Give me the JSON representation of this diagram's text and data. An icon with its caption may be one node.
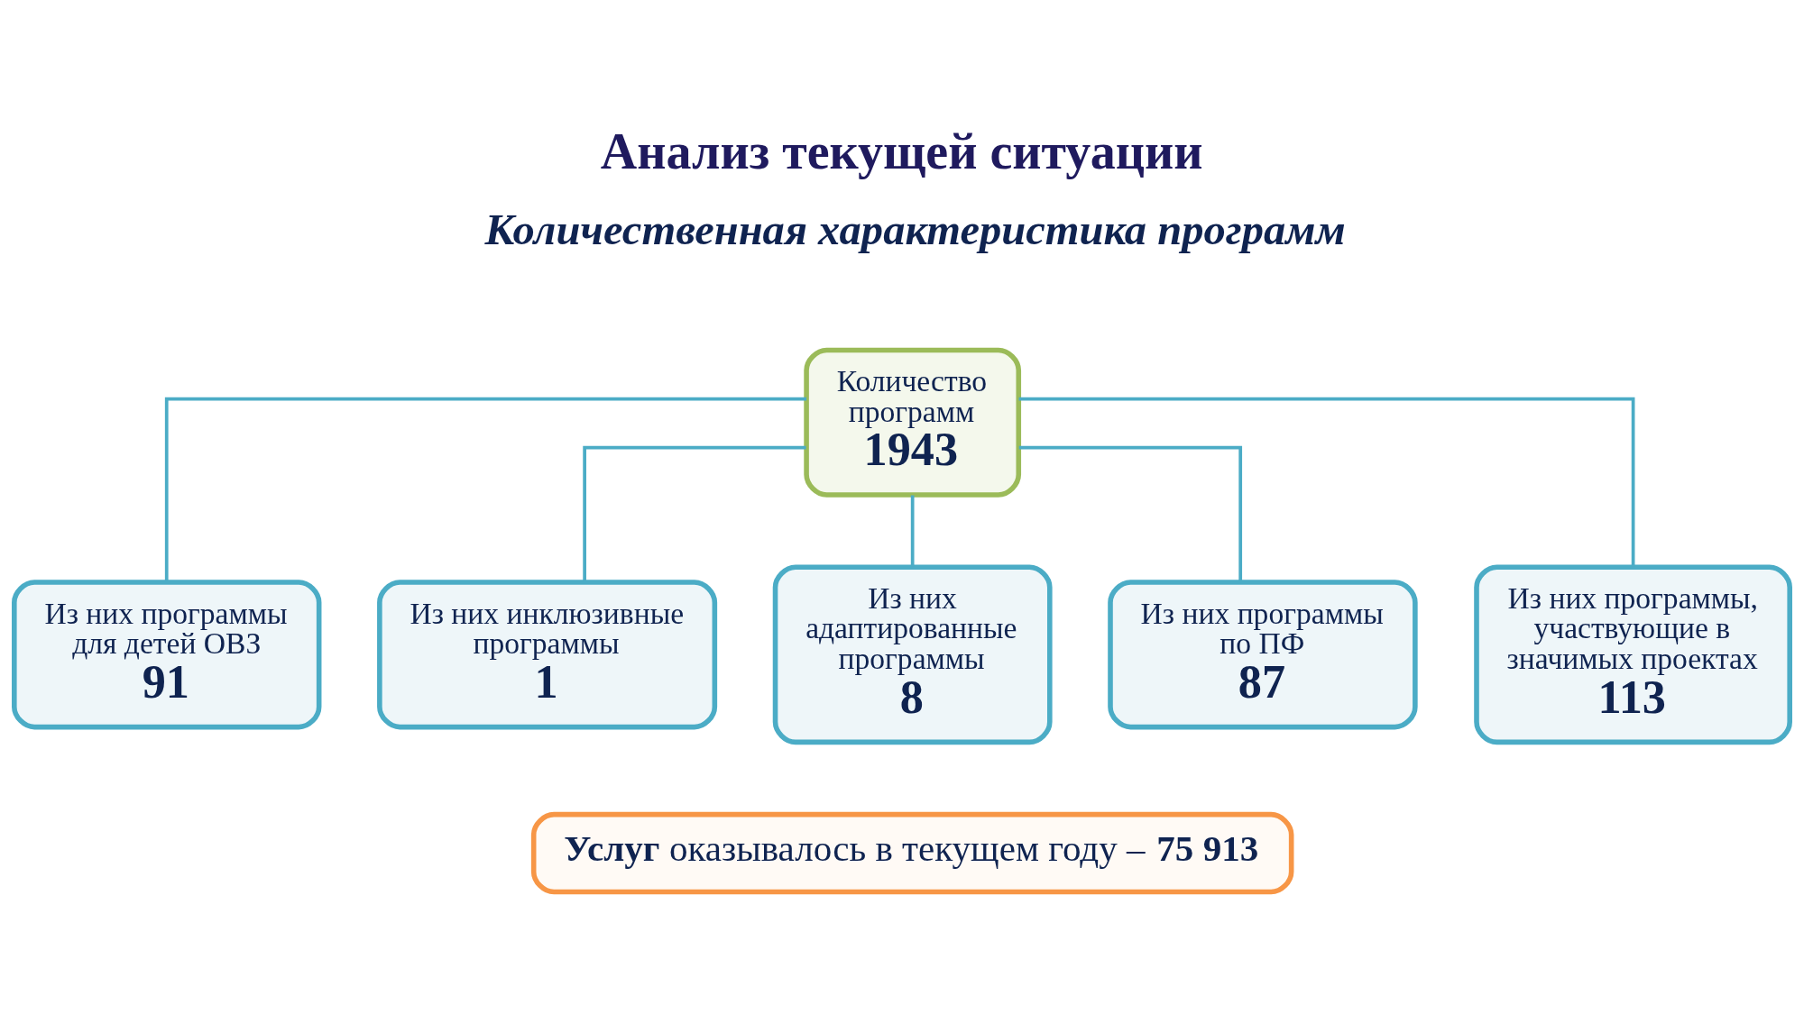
{
  "diagram": {
    "title": "Анализ текущей ситуации",
    "nodes": [
      {
        "text": [
          "Количество программ",
          "1943"
        ]
      },
      {
        "text": [
          "Из них программы для детей ОВЗ",
          "91"
        ]
      },
      {
        "text": [
          "Из них инклюзивные программы",
          "1"
        ]
      },
      {
        "text": [
          "Из них адаптированные программы",
          "8"
        ]
      },
      {
        "text": [
          "Из них программы по ПФ",
          "87"
        ]
      },
      {
        "text": [
          "Из них программы, участвующие в значимых проектах",
          "113"
        ]
      },
      {
        "text": [
          "**Услуг** оказывалось в текущем году – **75 913**"
        ]
      }
    ],
    "edges": [
      {
        "from": 0,
        "to": 1,
        "arrow": "none"
      },
      {
        "from": 0,
        "to": 2,
        "arrow": "none"
      },
      {
        "from": 0,
        "to": 3,
        "arrow": "none"
      },
      {
        "from": 0,
        "to": 4,
        "arrow": "none"
      },
      {
        "from": 0,
        "to": 5,
        "arrow": "none"
      }
    ],
    "labels": [
      "Количественная характеристика программ"
    ]
  }
}
